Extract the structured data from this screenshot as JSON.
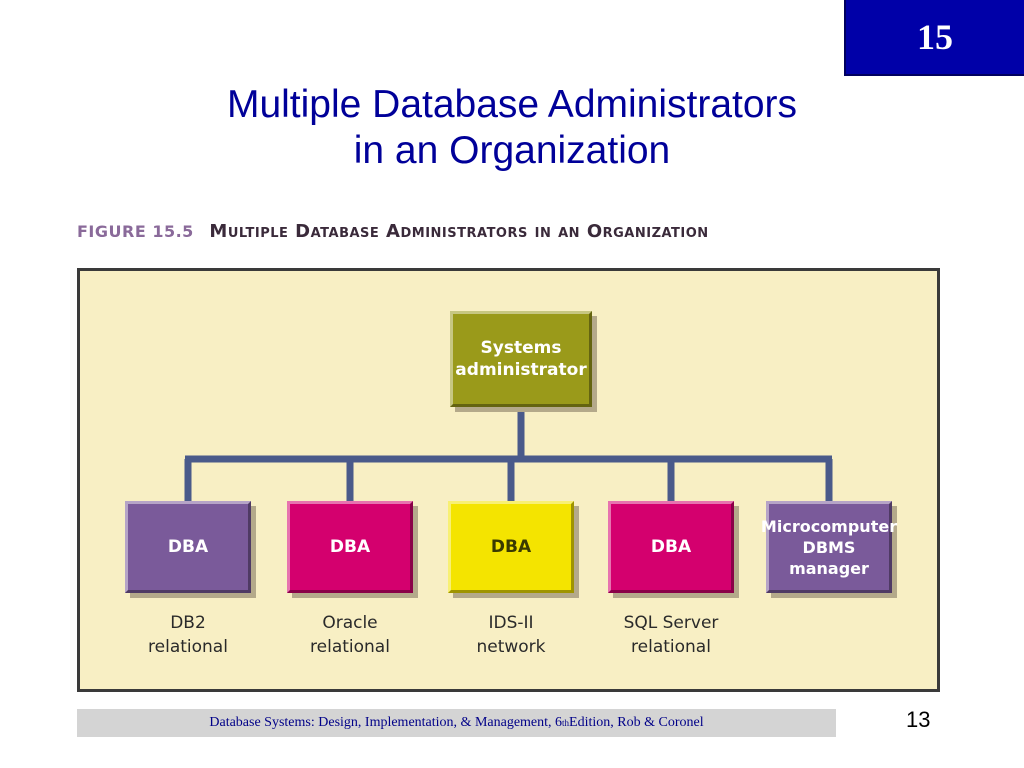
{
  "chapter_badge": "15",
  "title": {
    "line1": "Multiple Database Administrators",
    "line2": "in an Organization"
  },
  "figure": {
    "number": "FIGURE 15.5",
    "caption": "Multiple Database Administrators in an Organization",
    "root": {
      "line1": "Systems",
      "line2": "administrator"
    },
    "children": [
      {
        "box_line1": "DBA",
        "box_line2": "",
        "label_line1": "DB2",
        "label_line2": "relational",
        "color": "#7a5a9a"
      },
      {
        "box_line1": "DBA",
        "box_line2": "",
        "label_line1": "Oracle",
        "label_line2": "relational",
        "color": "#d4006e"
      },
      {
        "box_line1": "DBA",
        "box_line2": "",
        "label_line1": "IDS-II",
        "label_line2": "network",
        "color": "#f4e400"
      },
      {
        "box_line1": "DBA",
        "box_line2": "",
        "label_line1": "SQL Server",
        "label_line2": "relational",
        "color": "#d4006e"
      },
      {
        "box_line1": "Microcomputer",
        "box_line2": "DBMS manager",
        "label_line1": "",
        "label_line2": "",
        "color": "#7a5a9a"
      }
    ],
    "connector_color": "#4a5a8a",
    "panel_color": "#f8efc4"
  },
  "footer": {
    "text_before_sup": "Database Systems: Design, Implementation, & Management, 6",
    "sup": "th",
    "text_after_sup": " Edition, Rob & Coronel"
  },
  "page_number": "13"
}
